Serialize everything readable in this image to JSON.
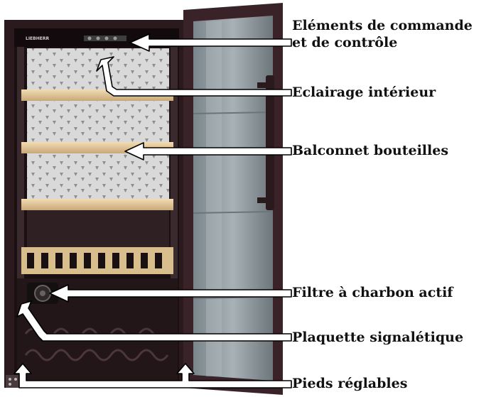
{
  "labels": {
    "controls_line1": "Eléments de commande",
    "controls_line2": "et de contrôle",
    "interior_light": "Eclairage intérieur",
    "bottle_shelf": "Balconnet bouteilles",
    "charcoal_filter": "Filtre à charbon actif",
    "rating_plate": "Plaquette signalétique",
    "adjustable_feet": "Pieds réglables"
  },
  "brand": {
    "logo_text": "LIEBHERR"
  },
  "colors": {
    "cabinet_frame": "#2a1a1e",
    "door_frame": "#3a2328",
    "glass": "#8f9aa0",
    "shelf_wood": "#e8d0a4",
    "back_panel": "#d6d6d6",
    "arrow_fill": "#ffffff",
    "arrow_stroke": "#000000"
  }
}
